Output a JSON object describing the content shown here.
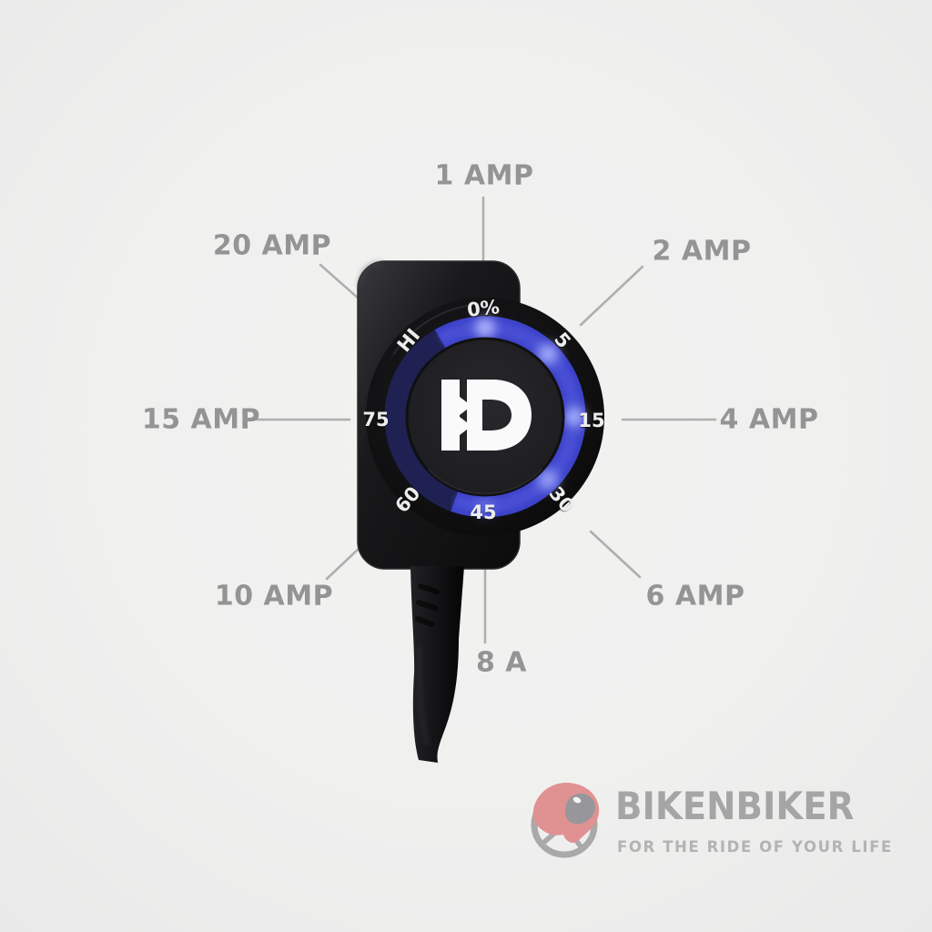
{
  "callouts": [
    {
      "label": "1 AMP",
      "points_to_tick": "0%"
    },
    {
      "label": "2 AMP",
      "points_to_tick": "5"
    },
    {
      "label": "4 AMP",
      "points_to_tick": "15"
    },
    {
      "label": "6 AMP",
      "points_to_tick": "30"
    },
    {
      "label": "8 A",
      "points_to_tick": "45"
    },
    {
      "label": "10 AMP",
      "points_to_tick": "60"
    },
    {
      "label": "15 AMP",
      "points_to_tick": "75"
    },
    {
      "label": "20 AMP",
      "points_to_tick": "HI"
    }
  ],
  "dial": {
    "ticks": [
      "0%",
      "5",
      "15",
      "30",
      "45",
      "60",
      "75",
      "HI"
    ],
    "center_logo_icon": "stylized-d-monogram",
    "led_ring_color": "#3c42c8",
    "led_glow_color": "#aeb6ff"
  },
  "brand": {
    "name": "BIKENBIKER",
    "tagline": "FOR THE RIDE OF YOUR LIFE",
    "icon": "helmet-and-wheel-icon",
    "helmet_color": "#e09191",
    "text_color": "#a5a5a5"
  },
  "colors": {
    "background": "#efefee",
    "callout_text": "#949494",
    "callout_line": "#a8a8a8",
    "device_body": "#141416"
  }
}
